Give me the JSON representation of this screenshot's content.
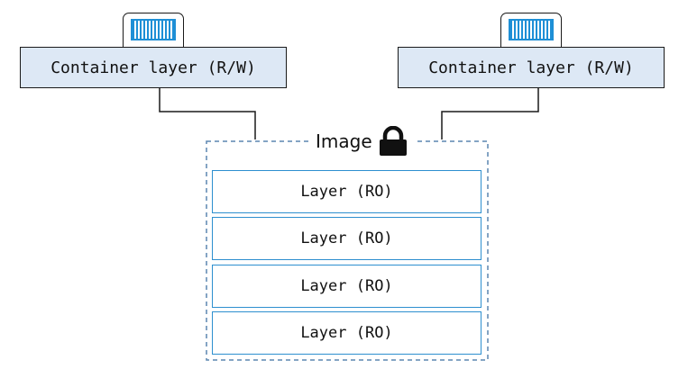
{
  "containers": [
    {
      "label": "Container layer (R/W)"
    },
    {
      "label": "Container layer (R/W)"
    }
  ],
  "image": {
    "title": "Image",
    "lock_icon": "lock-icon",
    "layers": [
      {
        "label": "Layer (RO)"
      },
      {
        "label": "Layer (RO)"
      },
      {
        "label": "Layer (RO)"
      },
      {
        "label": "Layer (RO)"
      }
    ]
  },
  "icons": {
    "container": "shipping-container-icon",
    "lock": "lock-icon"
  },
  "colors": {
    "container_fill": "#dde8f5",
    "container_icon": "#1e8fd6",
    "layer_border": "#2d8fcf",
    "image_border": "#5b86b0"
  }
}
